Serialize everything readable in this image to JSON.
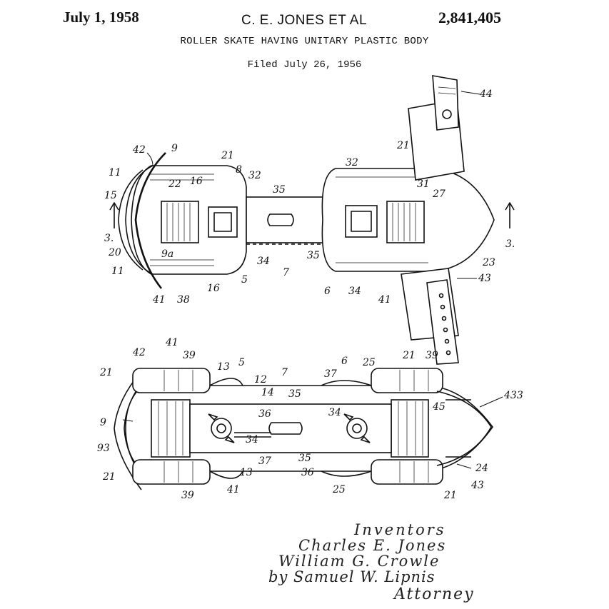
{
  "header": {
    "date": "July 1, 1958",
    "inventors_short": "C. E. JONES ET AL",
    "patent_number": "2,841,405",
    "title": "ROLLER SKATE HAVING UNITARY PLASTIC BODY",
    "filed": "Filed July 26, 1956"
  },
  "figure_top": {
    "labels": [
      "42",
      "9",
      "11",
      "15",
      "3.",
      "20",
      "9a",
      "11",
      "41",
      "38",
      "16",
      "5",
      "16",
      "22",
      "21",
      "8",
      "32",
      "35",
      "35",
      "34",
      "7",
      "6",
      "34",
      "41",
      "32",
      "31",
      "27",
      "21",
      "44",
      "3.",
      "23",
      "43"
    ]
  },
  "figure_bottom": {
    "labels": [
      "41",
      "42",
      "39",
      "21",
      "13",
      "5",
      "12",
      "7",
      "14",
      "35",
      "36",
      "34",
      "37",
      "13",
      "21",
      "9",
      "93",
      "39",
      "41",
      "6",
      "25",
      "21",
      "39",
      "37",
      "34",
      "45",
      "433",
      "35",
      "36",
      "25",
      "21",
      "24",
      "43"
    ]
  },
  "signature": {
    "inventors": "Inventors",
    "name1": "Charles E. Jones",
    "name2": "William G. Crowle",
    "attorney_line": "by Samuel W. Lipnis",
    "attorney": "Attorney"
  },
  "colors": {
    "ink": "#111111",
    "paper": "#ffffff"
  }
}
